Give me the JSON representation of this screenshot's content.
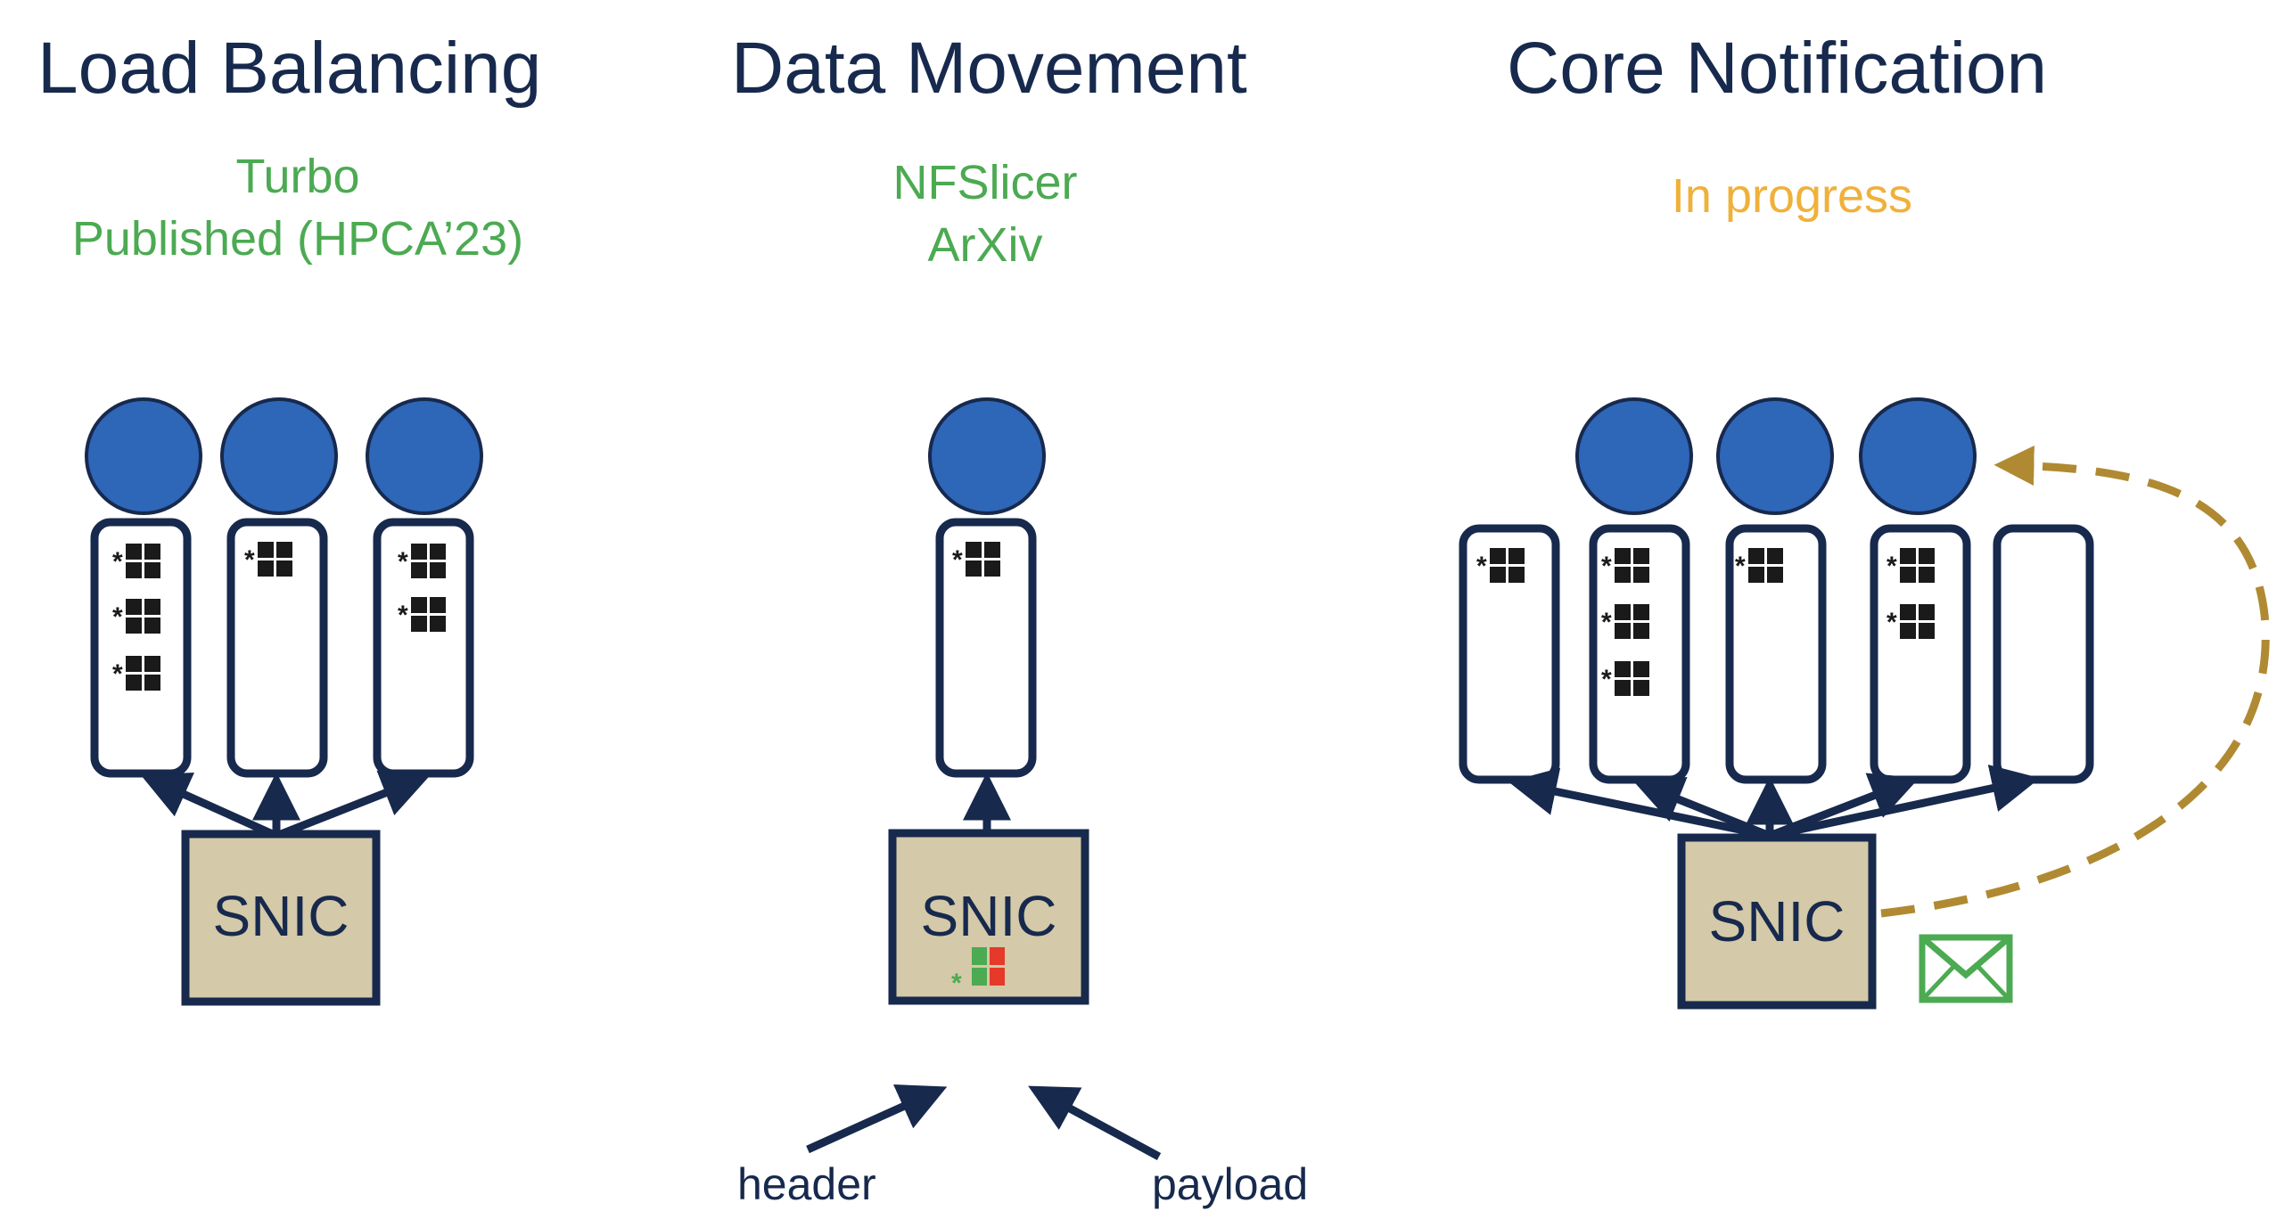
{
  "sections": [
    {
      "title": "Load Balancing",
      "status_lines": [
        "Turbo",
        "Published (HPCA’23)"
      ],
      "status_color": "#4caa52"
    },
    {
      "title": "Data Movement",
      "status_lines": [
        "NFSlicer",
        "ArXiv"
      ],
      "status_color": "#4caa52"
    },
    {
      "title": "Core Notification",
      "status_lines": [
        "In progress"
      ],
      "status_color": "#efb13a"
    }
  ],
  "snic_label": "SNIC",
  "labels": {
    "header": "header",
    "payload": "payload"
  },
  "colors": {
    "navy": "#17294d",
    "core_blue": "#2e66b8",
    "snic_fill": "#d4c9a8",
    "green": "#4caa52",
    "red": "#e53a2a",
    "gold": "#efb13a",
    "dashed_arrow": "#b08a32",
    "envelope": "#4caa52"
  },
  "icons": [
    "core-circle",
    "packet-queue-icon",
    "packet-icon",
    "envelope-icon"
  ]
}
